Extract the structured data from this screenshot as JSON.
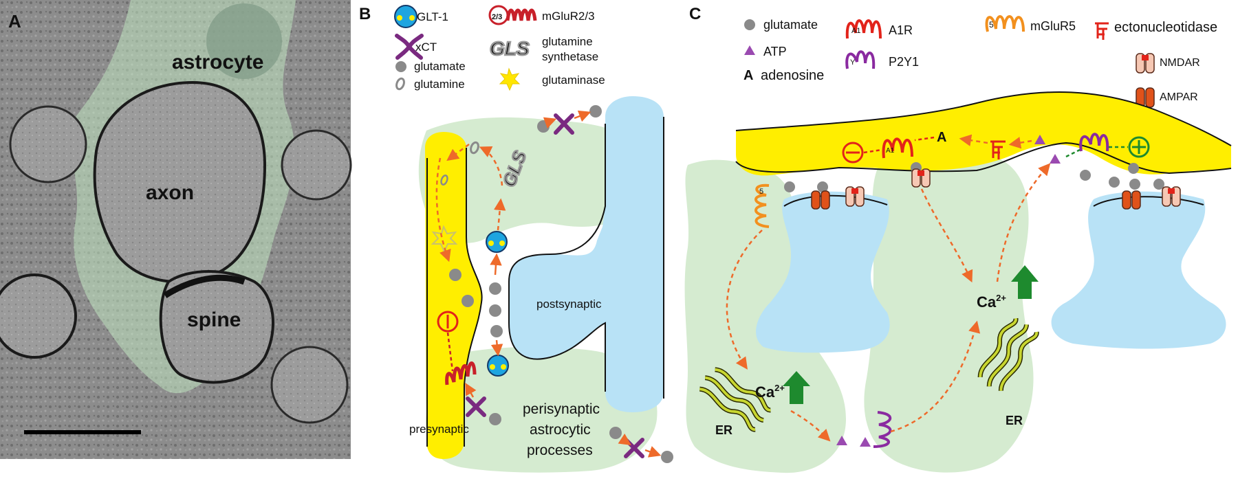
{
  "panels": {
    "a": {
      "letter": "A",
      "astrocyte": "astrocyte",
      "axon": "axon",
      "spine": "spine"
    },
    "b": {
      "letter": "B",
      "legend": {
        "glt1": "GLT-1",
        "xct": "xCT",
        "glutamate": "glutamate",
        "glutamine": "glutamine",
        "mglur23": "mGluR2/3",
        "gs_line1": "glutamine",
        "gs_line2": "synthetase",
        "glutaminase": "glutaminase"
      },
      "postsynaptic": "postsynaptic",
      "presynaptic": "presynaptic",
      "pap_line1": "perisynaptic",
      "pap_line2": "astrocytic",
      "pap_line3": "processes",
      "gls_text": "GLS",
      "mglur_text": "2/3"
    },
    "c": {
      "letter": "C",
      "legend": {
        "glutamate": "glutamate",
        "atp": "ATP",
        "adenosine": "adenosine",
        "adenosine_symbol": "A",
        "a1r": "A1R",
        "p2y1": "P2Y1",
        "mglur5": "mGluR5",
        "ectonucleotidase": "ectonucleotidase",
        "nmdar": "NMDAR",
        "ampar": "AMPAR"
      },
      "ca_left": "Ca",
      "ca_right": "Ca",
      "ca_sup": "2+",
      "er_left": "ER",
      "er_right": "ER",
      "adenosine_mark": "A",
      "a1r_mark": "A1",
      "p2y1_mark": "Y",
      "mglur5_mark": "5"
    }
  },
  "colors": {
    "astro_green": "#d5ebd0",
    "presyn_yellow": "#ffee00",
    "postsyn_blue": "#b8e2f6",
    "glutamate_gray": "#8a8a8a",
    "arrow_orange": "#ee6a2a",
    "mglur_red": "#c8202a",
    "p2y1_purple": "#8a2aa0",
    "mglur5_orange": "#f2901e",
    "ampar_orange": "#e0521a",
    "nmdar_pink": "#f6c8b4",
    "er_olive": "#c8d630",
    "inhibit_red": "#e2231a",
    "excite_green": "#1e8a2e",
    "ca_blue": "#2a3a8a"
  }
}
